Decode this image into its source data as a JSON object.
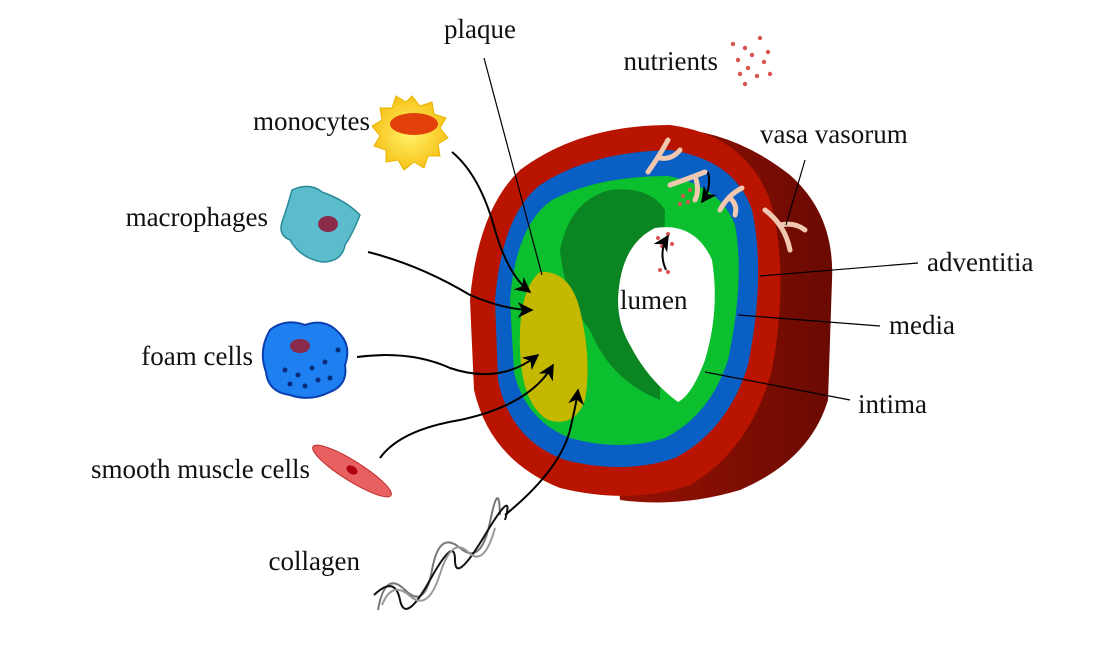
{
  "labels": {
    "plaque": "plaque",
    "nutrients": "nutrients",
    "monocytes": "monocytes",
    "macrophages": "macrophages",
    "foam_cells": "foam cells",
    "smooth_muscle_cells": "smooth muscle cells",
    "collagen": "collagen",
    "vasa_vasorum": "vasa vasorum",
    "adventitia": "adventitia",
    "media": "media",
    "intima": "intima",
    "lumen": "lumen"
  },
  "colors": {
    "adventitia": "#b81400",
    "adventitia_side": "#7a0d02",
    "media": "#0a5fc4",
    "intima": "#0bbf2f",
    "intima_inner": "#0a7a1f",
    "plaque": "#c4b800",
    "nutrient": "#d9534f"
  }
}
